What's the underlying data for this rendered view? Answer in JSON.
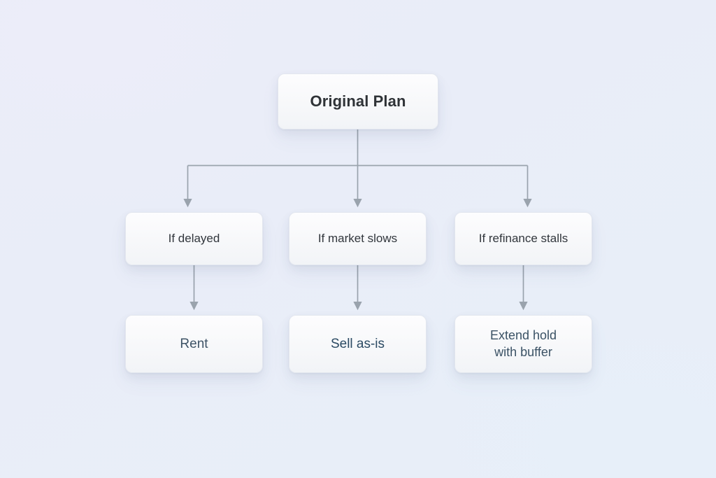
{
  "diagram": {
    "type": "flowchart",
    "orientation": "top-down",
    "background_color": "#eaedf8",
    "node_fill": "#f8f9fb",
    "node_border": "#e3e7ef",
    "connector_color": "#9aa3ad",
    "root": {
      "id": "original-plan",
      "label": "Original Plan",
      "text_color": "#2f3337"
    },
    "branches": [
      {
        "condition": {
          "id": "if-delayed",
          "label": "If delayed",
          "text_color": "#31363c"
        },
        "outcome": {
          "id": "rent",
          "label": "Rent",
          "text_color": "#3e5366"
        }
      },
      {
        "condition": {
          "id": "if-market-slows",
          "label": "If market slows",
          "text_color": "#31363c"
        },
        "outcome": {
          "id": "sell-as-is",
          "label": "Sell as-is",
          "text_color": "#2b4a63"
        }
      },
      {
        "condition": {
          "id": "if-refinance-stalls",
          "label": "If refinance stalls",
          "text_color": "#31363c"
        },
        "outcome": {
          "id": "extend-hold-with-buffer",
          "label": "Extend hold\nwith buffer",
          "text_color": "#3b5265"
        }
      }
    ]
  }
}
